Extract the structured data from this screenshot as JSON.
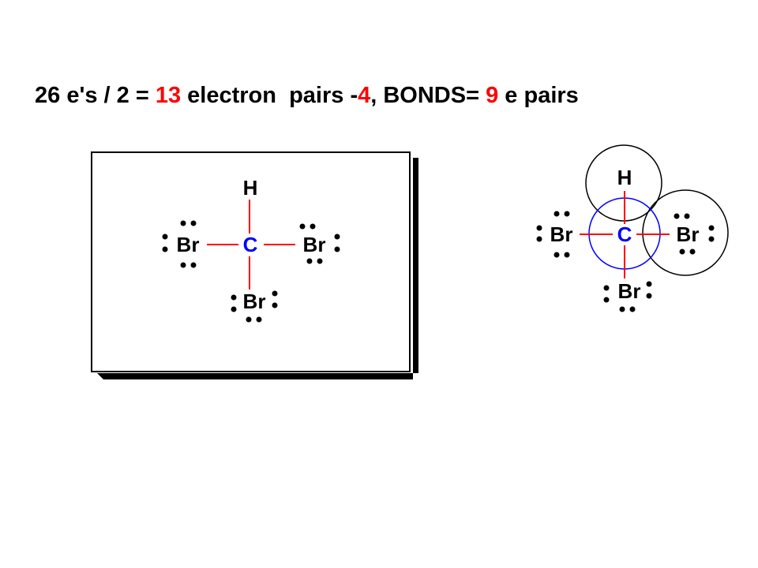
{
  "headline": {
    "part1": "26 e's / 2 = ",
    "count": "13",
    "part2": " electron  pairs -",
    "bonds_subtracted": "4",
    "part3": ", BONDS= ",
    "remaining": "9",
    "part4": " e pairs"
  },
  "box_structure": {
    "center": "C",
    "top": "H",
    "left": "Br",
    "right": "Br",
    "bottom": "Br"
  },
  "orbital_structure": {
    "center": "C",
    "top": "H",
    "left": "Br",
    "right": "Br",
    "bottom": "Br"
  },
  "colors": {
    "highlight": "#ff0000",
    "bond": "#ff0000",
    "carbon": "#0000ff",
    "carbon_shell": "#0000ff",
    "other_shell": "#000000",
    "text": "#000000"
  }
}
